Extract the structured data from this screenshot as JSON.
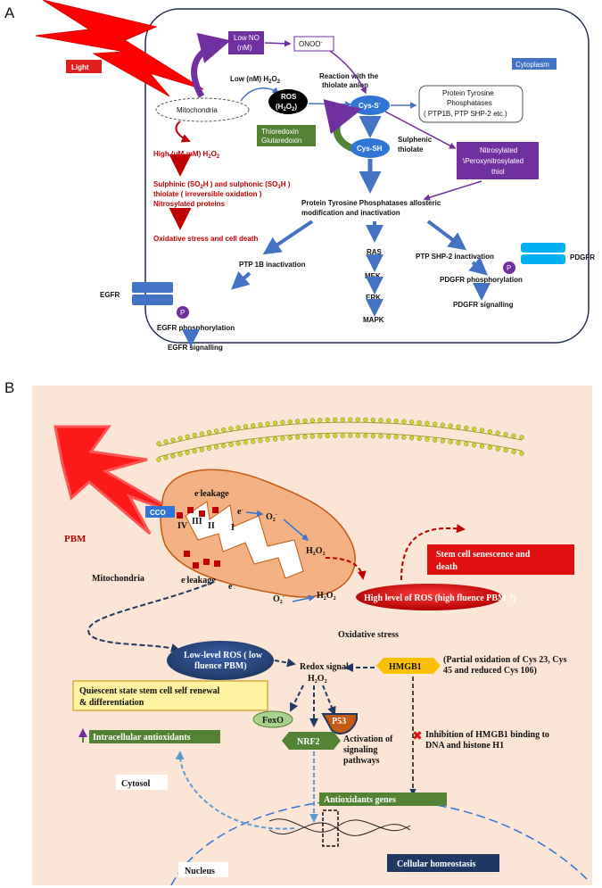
{
  "panel_a": {
    "letter": "A",
    "light": "Light",
    "cytoplasm": "Cytoplasm",
    "mitochondria": "Mitochondria",
    "low_no": [
      "Low NO",
      "(nM)"
    ],
    "onoo": "ONOO",
    "onoo_sup": "-",
    "low_h2o2": "Low (nM) H",
    "ros": [
      "ROS",
      "(H",
      "2",
      "O",
      "2",
      ")"
    ],
    "reaction": [
      "Reaction with the",
      "thiolate anion"
    ],
    "cys_s": "Cys-S",
    "cys_s_sup": "-",
    "ptp_box": [
      "Protein Tyrosine",
      "Phosphatases",
      "( PTP1B, PTP SHP-2 etc.)"
    ],
    "thioredoxin": [
      "Thioredoxin",
      "Glutaredoxin"
    ],
    "cys_sh": "Cys-SH",
    "sulphenic": [
      "Sulphenic",
      "thiolate"
    ],
    "nitrosylated_box": [
      "Nitrosylated",
      "\\Peroxynitrosylated",
      "thiol"
    ],
    "high_h2o2": "High (μM-mM) H",
    "sulphinic": [
      "Sulphinic (SO",
      "H ) and sulphonic (SO",
      "H )",
      "thiolate ( irreversible oxidation )",
      "Nitrosylated proteins"
    ],
    "oxidative_death": "Oxidative stress and cell death",
    "ptp_allosteric": [
      "Protein Tyrosine Phosphatases allosteric",
      "modification and inactivation"
    ],
    "ptp1b_inact": "PTP 1B inactivation",
    "cascade": [
      "RAS",
      "MEK",
      "ERK",
      "MAPK"
    ],
    "shp2_inact": "PTP SHP-2 inactivation",
    "pdgfr": "PDGFR",
    "pdgfr_phos": "PDGFR phosphorylation",
    "pdgfr_sig": "PDGFR signalling",
    "egfr": "EGFR",
    "egfr_phos": "EGFR phosphorylation",
    "egfr_sig": "EGFR signalling",
    "p": "P"
  },
  "panel_b": {
    "letter": "B",
    "pbm": "PBM",
    "cco": "CCO",
    "complexes": [
      "IV",
      "III",
      "II",
      "I"
    ],
    "e_leakage": "e",
    "e_leakage_suffix": "leakage",
    "e_minus": "e",
    "o2": "O",
    "h2o2": "H",
    "mitochondria": "Mitochondria",
    "stem_death": [
      "Stem cell senescence and",
      "death"
    ],
    "high_ros": "High level of ROS (high fluence PBM ?)",
    "oxidative_stress": "Oxidative stress",
    "low_ros": [
      "Low-level ROS ( low",
      "fluence PBM)"
    ],
    "redox": [
      "Redox signals",
      "H"
    ],
    "hmgb1": "HMGB1",
    "hmgb1_note": [
      "(Partial oxidation of Cys 23, Cys",
      "45 and reduced Cys 106)"
    ],
    "quiescent": [
      "Quiescent state stem cell self renewal",
      "& differentiation"
    ],
    "foxo": "FoxO",
    "p53": "P53",
    "intracellular": "Intracellular antioxidants",
    "nrf2": "NRF2",
    "activation": [
      "Activation of",
      "signaling",
      "pathways"
    ],
    "inhibition": [
      "Inhibition of HMGB1 binding to",
      "DNA and histone H1"
    ],
    "cytosol": "Cytosol",
    "antioxidant_genes": "Antioxidants genes",
    "nucleus": "Nucleus",
    "homeostasis": "Cellular homeostasis"
  },
  "colors": {
    "purple": "#7030a0",
    "blue_arrow": "#4472c4",
    "red": "#c00000",
    "green_box": "#548235",
    "dark_blue": "#1f3864",
    "peach_bg": "#fbe5d6",
    "cyan_receptor": "#00b0f0"
  }
}
